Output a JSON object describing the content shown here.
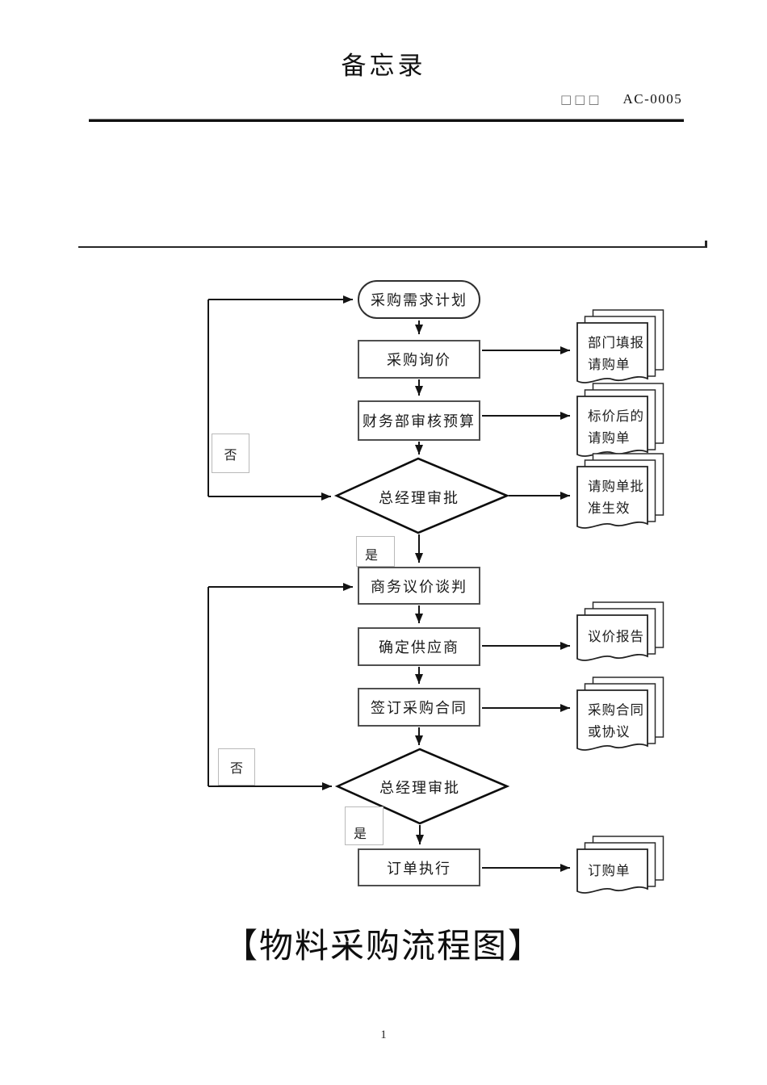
{
  "header": {
    "title": "备忘录",
    "code_label": "□□□",
    "code_value": "AC-0005"
  },
  "flow": {
    "start": "采购需求计划",
    "steps": {
      "inquiry": "采购询价",
      "budget": "财务部审核预算",
      "negotiate": "商务议价谈判",
      "supplier": "确定供应商",
      "contract": "签订采购合同",
      "execute": "订单执行"
    },
    "decisions": {
      "approve1": "总经理审批",
      "approve2": "总经理审批"
    },
    "labels": {
      "no1": "否",
      "yes1": "是",
      "no2": "否",
      "yes2": "是"
    },
    "docs": [
      {
        "lines": [
          "部门填报",
          "请购单"
        ]
      },
      {
        "lines": [
          "标价后的",
          "请购单"
        ]
      },
      {
        "lines": [
          "请购单批",
          "准生效"
        ]
      },
      {
        "lines": [
          "议价报告"
        ]
      },
      {
        "lines": [
          "采购合同",
          "或协议"
        ]
      },
      {
        "lines": [
          "订购单"
        ]
      }
    ]
  },
  "footer": {
    "caption": "【物料采购流程图】",
    "page_number": "1"
  }
}
